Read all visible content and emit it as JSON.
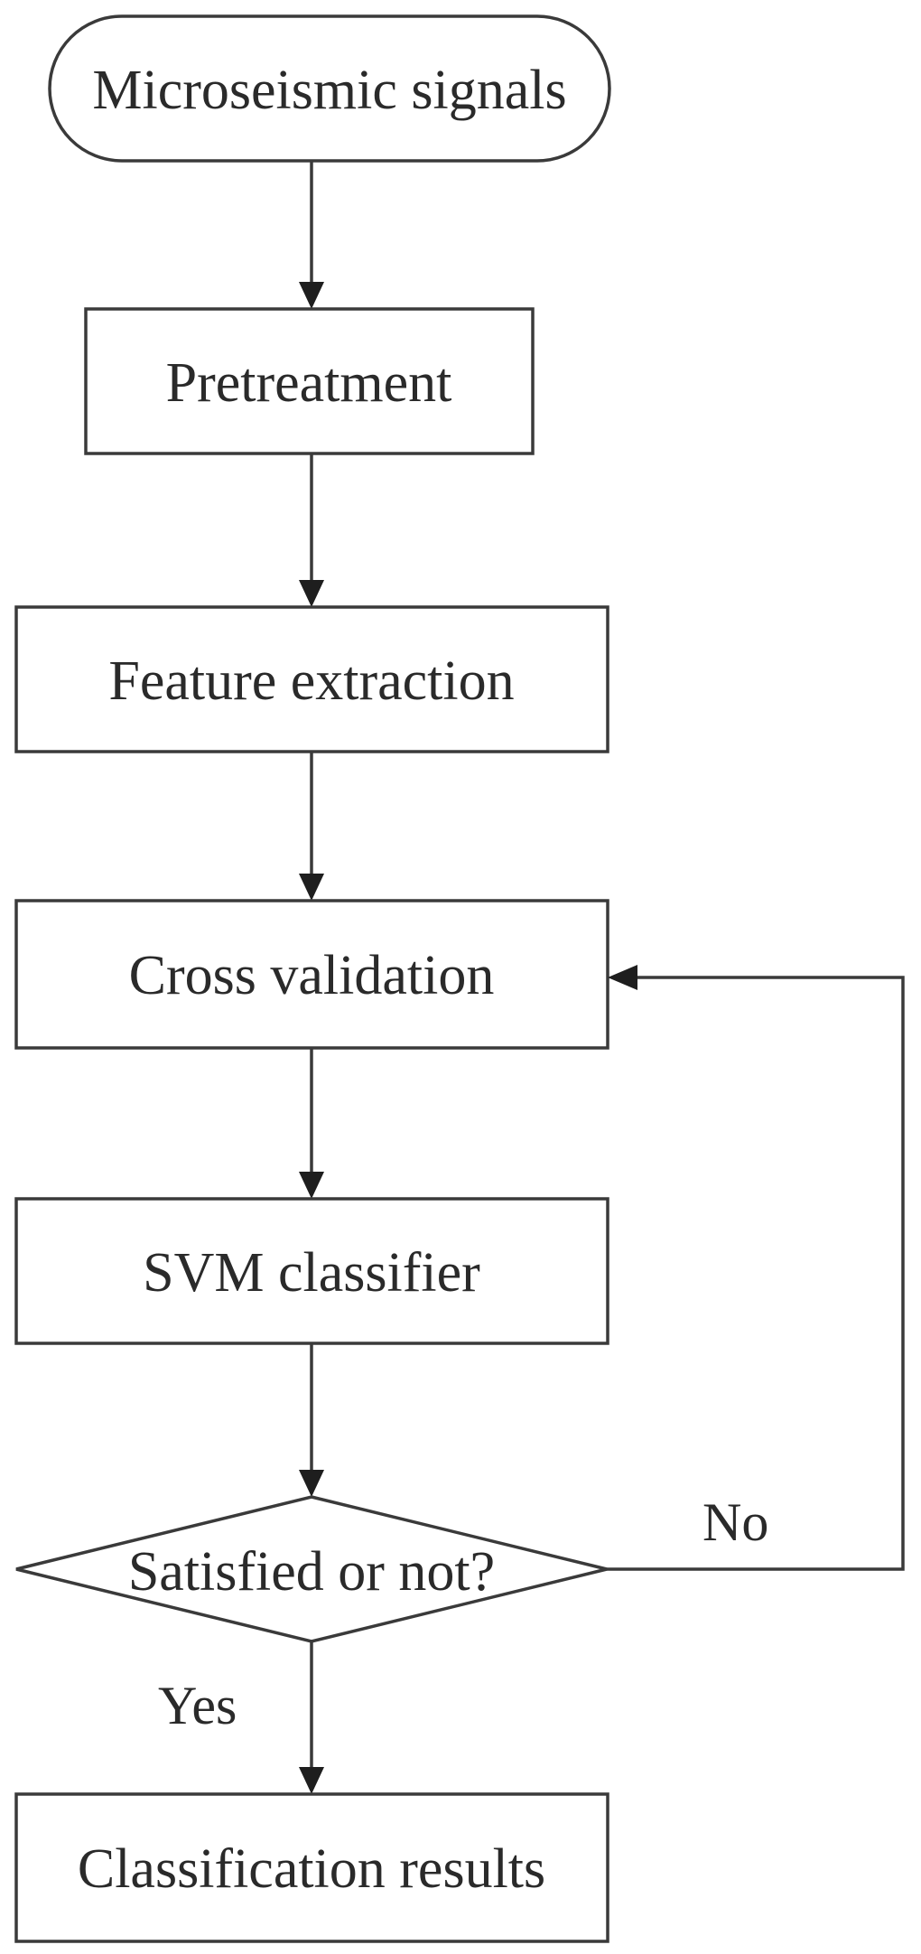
{
  "diagram": {
    "nodes": {
      "start": {
        "label": "Microseismic signals",
        "shape": "terminator"
      },
      "pretreatment": {
        "label": "Pretreatment",
        "shape": "process"
      },
      "feature": {
        "label": "Feature extraction",
        "shape": "process"
      },
      "cross_validation": {
        "label": "Cross validation",
        "shape": "process"
      },
      "svm": {
        "label": "SVM classifier",
        "shape": "process"
      },
      "decision": {
        "label": "Satisfied or not?",
        "shape": "decision"
      },
      "results": {
        "label": "Classification results",
        "shape": "process"
      }
    },
    "edges": {
      "start_to_pretreatment": {
        "from": "start",
        "to": "pretreatment",
        "label": ""
      },
      "pretreatment_to_feature": {
        "from": "pretreatment",
        "to": "feature",
        "label": ""
      },
      "feature_to_cross_validation": {
        "from": "feature",
        "to": "cross_validation",
        "label": ""
      },
      "cross_validation_to_svm": {
        "from": "cross_validation",
        "to": "svm",
        "label": ""
      },
      "svm_to_decision": {
        "from": "svm",
        "to": "decision",
        "label": ""
      },
      "decision_no": {
        "from": "decision",
        "to": "cross_validation",
        "label": "No"
      },
      "decision_yes": {
        "from": "decision",
        "to": "results",
        "label": "Yes"
      }
    },
    "colors": {
      "stroke": "#3a3a3a",
      "arrowhead": "#1e1e1e",
      "text": "#2a2a2a",
      "fill": "#ffffff"
    }
  }
}
